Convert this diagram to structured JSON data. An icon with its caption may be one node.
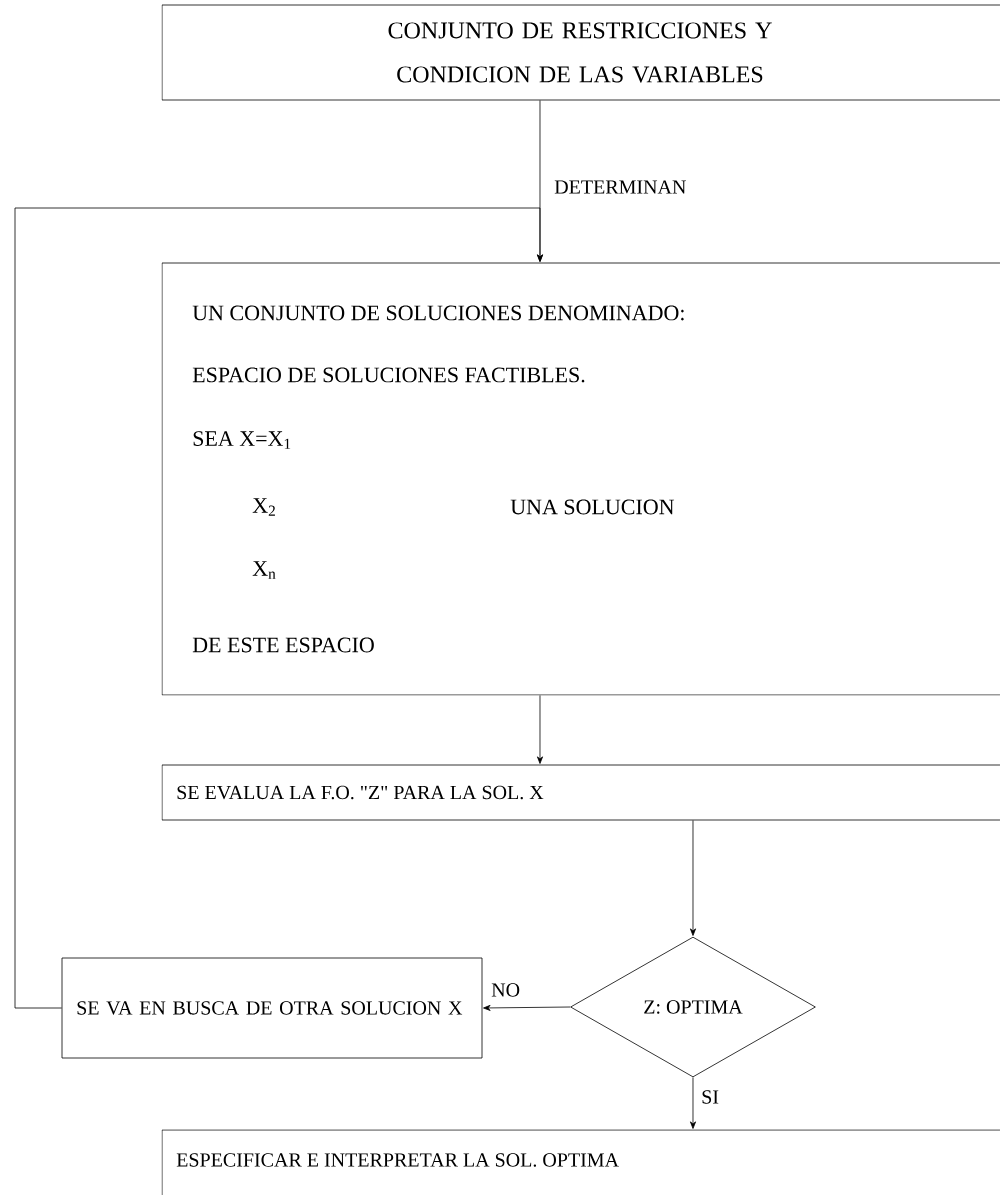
{
  "diagram": {
    "nodes": [
      {
        "text": [
          "CONJUNTO DE RESTRICCIONES Y CONDICION DE LAS VARIABLES"
        ]
      },
      {
        "text": [
          "UN CONJUNTO DE SOLUCIONES DENOMINADO:",
          "ESPACIO DE SOLUCIONES FACTIBLES.",
          "SEA X=X$_{1}$",
          "X$_{2}$",
          "UNA SOLUCION",
          "X$_{n}$",
          "DE ESTE ESPACIO"
        ]
      },
      {
        "text": [
          "SE EVALUA LA F.O. \"Z\" PARA LA SOL. X"
        ]
      },
      {
        "text": [
          "Z: OPTIMA"
        ]
      },
      {
        "text": [
          "SE VA EN BUSCA DE OTRA SOLUCION X"
        ]
      },
      {
        "text": [
          "ESPECIFICAR E INTERPRETAR LA SOL. OPTIMA"
        ]
      }
    ],
    "edges": [
      {
        "from": 0,
        "to": 1,
        "arrow": "to",
        "label": "DETERMINAN"
      },
      {
        "from": 1,
        "to": 2,
        "arrow": "to"
      },
      {
        "from": 2,
        "to": 3,
        "arrow": "to"
      },
      {
        "from": 3,
        "to": 4,
        "arrow": "to",
        "label": "NO"
      },
      {
        "from": 3,
        "to": 5,
        "arrow": "to",
        "label": "SI"
      },
      {
        "from": 4,
        "to": 1,
        "arrow": "to"
      }
    ]
  }
}
